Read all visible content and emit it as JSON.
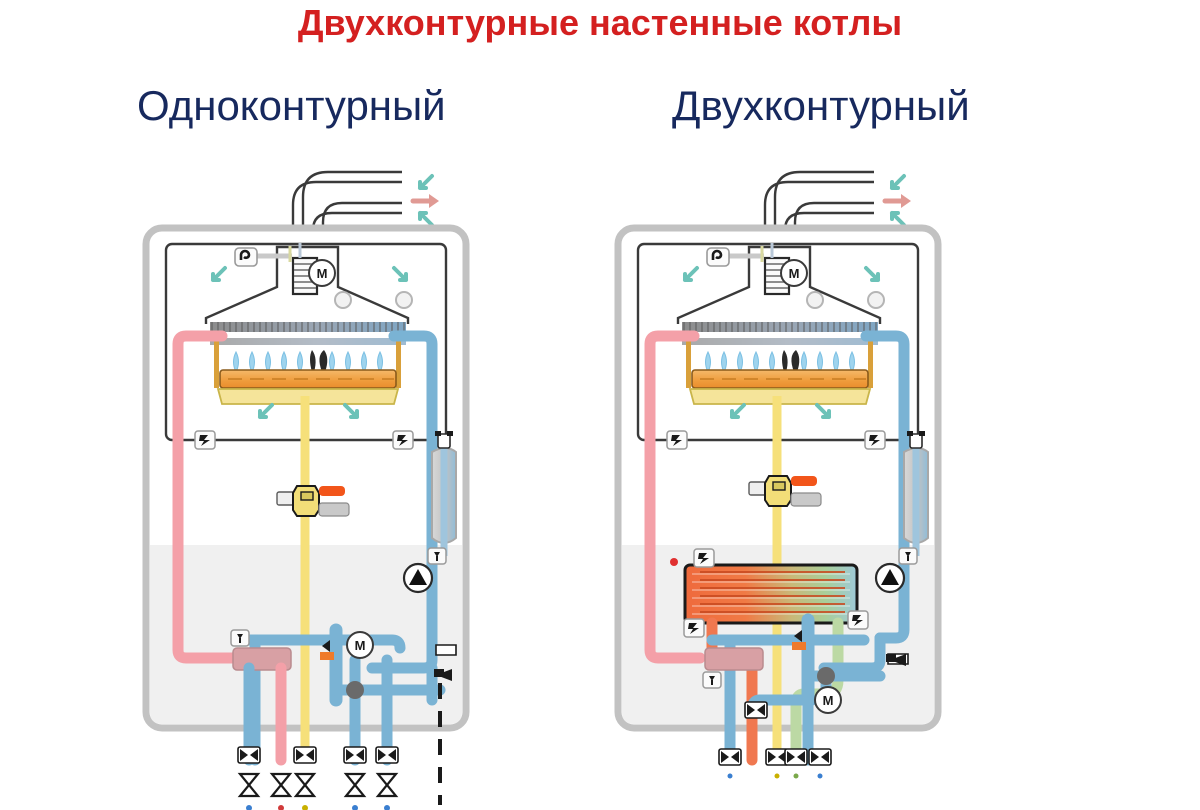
{
  "page": {
    "title": "Двухконтурные настенные котлы",
    "title_color": "#d42020",
    "background": "#ffffff"
  },
  "panels": [
    {
      "id": "single-circuit",
      "heading": "Одноконтурный",
      "heading_color": "#17295e"
    },
    {
      "id": "double-circuit",
      "heading": "Двухконтурный",
      "heading_color": "#17295e"
    }
  ],
  "legend_colors": {
    "hot_water_pipe": "#f4a0a8",
    "cold_water_pipe": "#7ab3d4",
    "gas_pipe": "#f6e07a",
    "dhw_out_pipe": "#f07850",
    "dhw_in_pipe": "#bcd9a4",
    "burner_body": "#f0a84c",
    "burner_base": "#f5e49a",
    "flame": "#9fd4ee",
    "airflow_arrow": "#6cc2b8",
    "exhaust_arrow": "#e09a94",
    "cabinet_outline": "#b9b9b9",
    "inner_frame": "#3a3a3a",
    "water_shade": "#eeeeee",
    "exchanger_hot": "#ef6a3c",
    "exchanger_cold": "#9fd4c0"
  },
  "components": {
    "pump_label": "",
    "motor_label": "M",
    "fan_motor_label": "M",
    "three_way_motor_label": "M"
  },
  "diagram": {
    "type": "schematic",
    "description": "Comparison schematic of single-circuit and double-circuit wall-mounted gas boilers",
    "left_boiler_pipe_count": 5,
    "right_boiler_pipe_count": 6,
    "left_pipe_colors": [
      "#7ab3d4",
      "#f4a0a8",
      "#f6e07a",
      "#7ab3d4",
      "#7ab3d4"
    ],
    "right_pipe_colors": [
      "#7ab3d4",
      "#f07850",
      "#f6e07a",
      "#bcd9a4",
      "#7ab3d4",
      "#7ab3d4"
    ]
  }
}
